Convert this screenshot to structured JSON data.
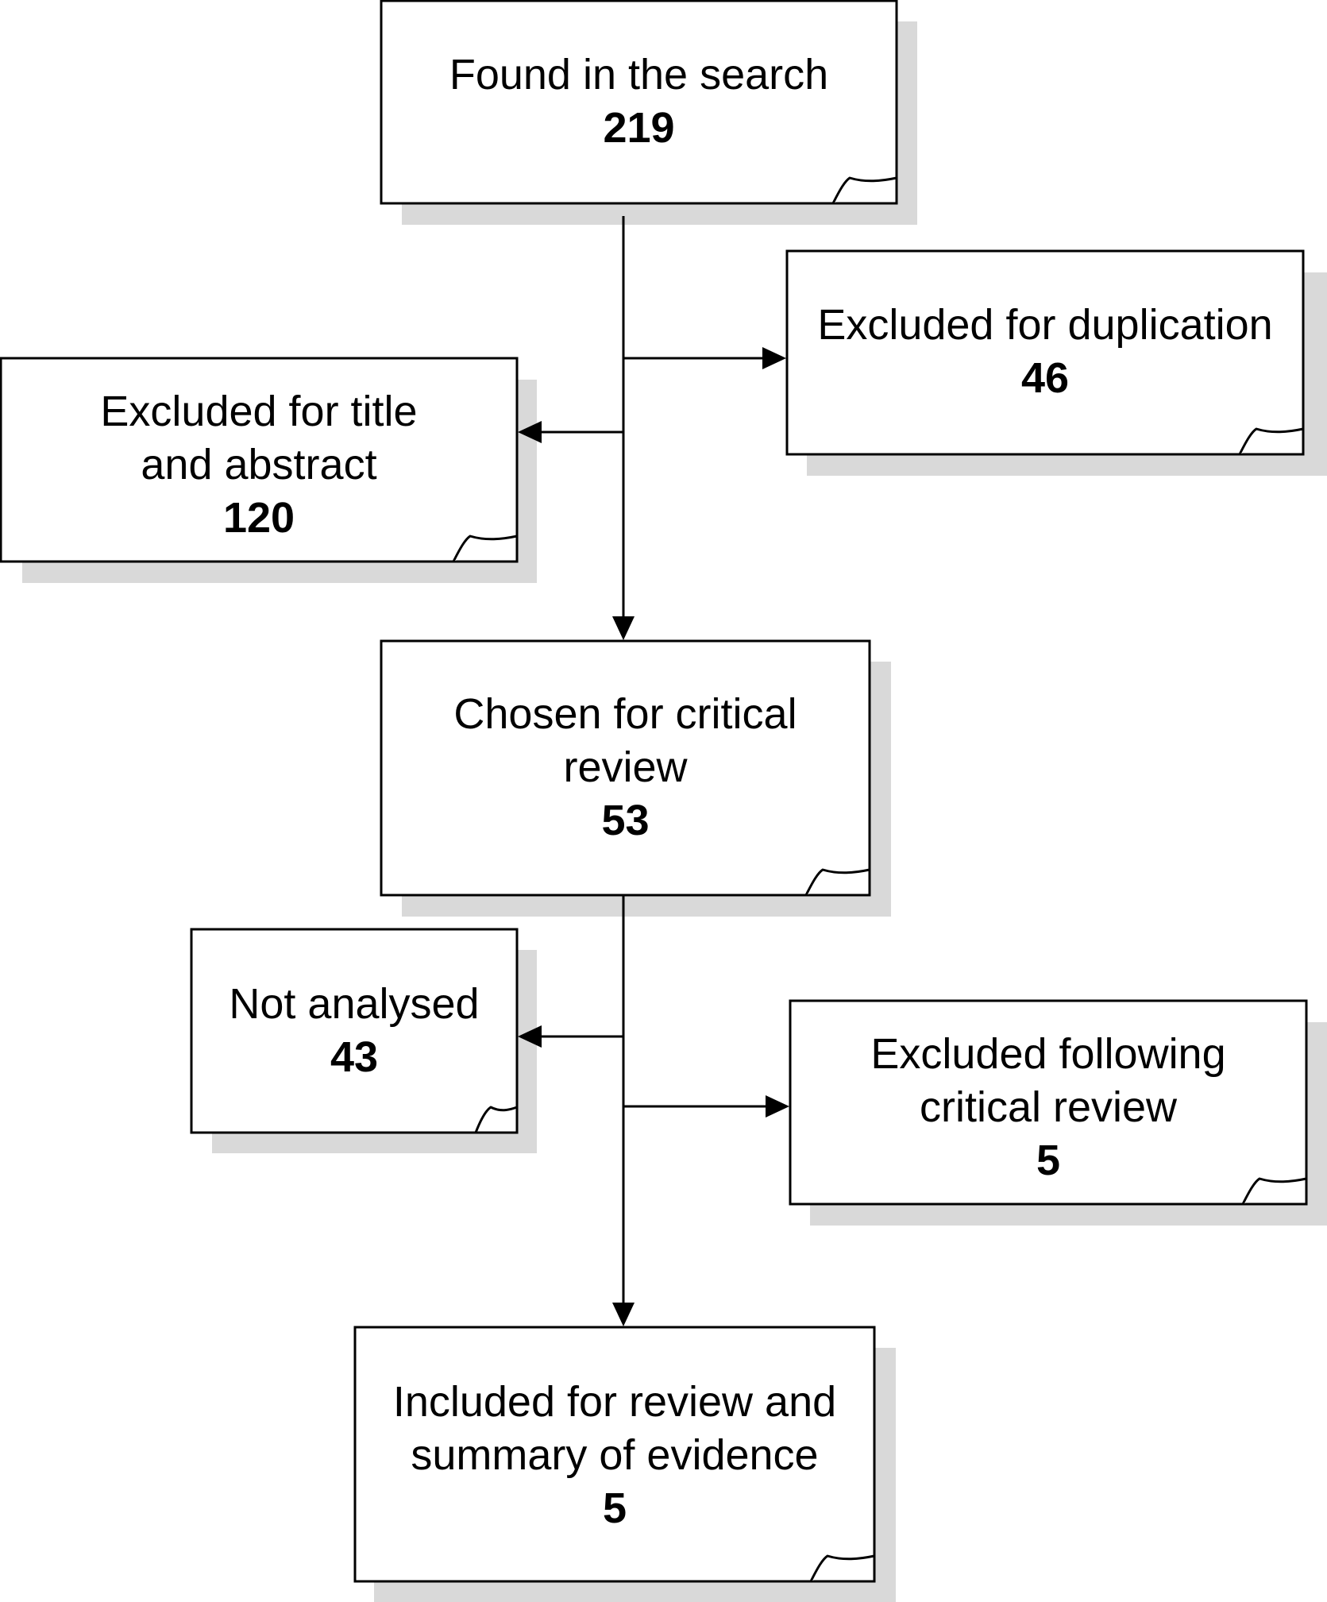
{
  "nodes": {
    "found": {
      "label": "Found in the search",
      "count": "219"
    },
    "duplication": {
      "label": "Excluded for duplication",
      "count": "46"
    },
    "title_abstract": {
      "label": "Excluded for title\nand abstract",
      "count": "120"
    },
    "chosen": {
      "label": "Chosen for critical\nreview",
      "count": "53"
    },
    "not_analysed": {
      "label": "Not analysed",
      "count": "43"
    },
    "excluded_following": {
      "label": "Excluded following\ncritical review",
      "count": "5"
    },
    "included": {
      "label": "Included for review and\nsummary of evidence",
      "count": "5"
    }
  }
}
